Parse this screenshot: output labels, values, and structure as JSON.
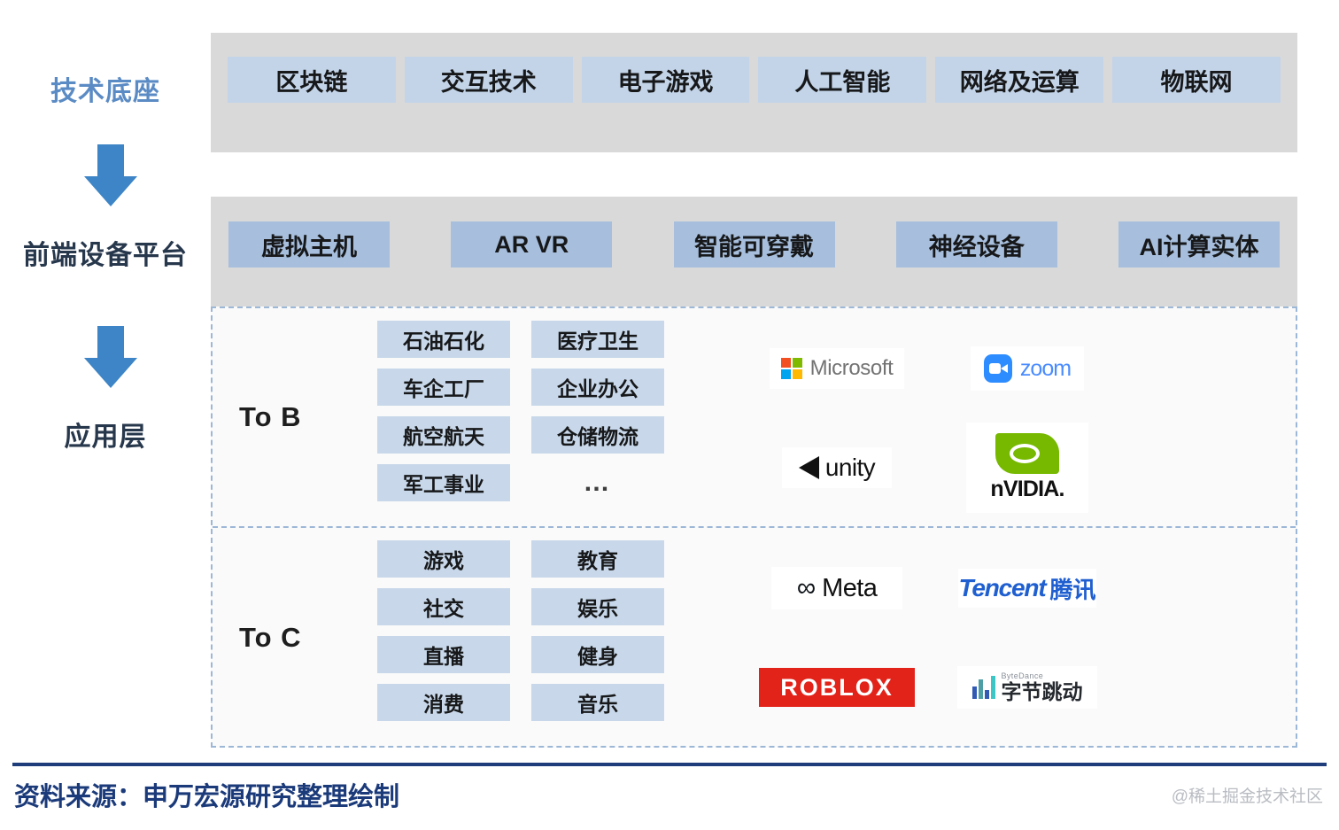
{
  "layers": {
    "tech": {
      "label": "技术底座",
      "items": [
        "区块链",
        "交互技术",
        "电子游戏",
        "人工智能",
        "网络及运算",
        "物联网"
      ]
    },
    "device": {
      "label": "前端设备平台",
      "items": [
        "虚拟主机",
        "AR VR",
        "智能可穿戴",
        "神经设备",
        "AI计算实体"
      ]
    },
    "application": {
      "label": "应用层",
      "sections": [
        {
          "title": "To B",
          "tags": [
            "石油石化",
            "医疗卫生",
            "车企工厂",
            "企业办公",
            "航空航天",
            "仓储物流",
            "军工事业",
            "…"
          ],
          "logos": [
            "Microsoft",
            "zoom",
            "unity",
            "NVIDIA"
          ]
        },
        {
          "title": "To C",
          "tags": [
            "游戏",
            "教育",
            "社交",
            "娱乐",
            "直播",
            "健身",
            "消费",
            "音乐"
          ],
          "logos": [
            "Meta",
            "Tencent 腾讯",
            "ROBLOX",
            "字节跳动"
          ]
        }
      ]
    }
  },
  "logos": {
    "microsoft": {
      "text": "Microsoft"
    },
    "zoom": {
      "text": "zoom"
    },
    "unity": {
      "text": "unity"
    },
    "nvidia": {
      "text": "nVIDIA."
    },
    "meta": {
      "glyph": "∞",
      "text": "Meta"
    },
    "tencent": {
      "en": "Tencent",
      "cn": "腾讯"
    },
    "roblox": {
      "text": "ROBLOX"
    },
    "bytedance": {
      "en": "ByteDance",
      "cn": "字节跳动"
    }
  },
  "footer": {
    "source": "资料来源：申万宏源研究整理绘制",
    "watermark": "@稀土掘金技术社区"
  },
  "colors": {
    "band_gray": "#d9d9d9",
    "tech_tile": "#c3d4e8",
    "device_tile": "#a7bfdd",
    "tag_blue": "#c8d8ea",
    "arrow_blue": "#3d85c6",
    "rail_label_blue": "#5b8bc4",
    "rail_label_dark": "#27374c",
    "dashed_border": "#9db7d6",
    "footer_navy": "#1b3a7a"
  }
}
